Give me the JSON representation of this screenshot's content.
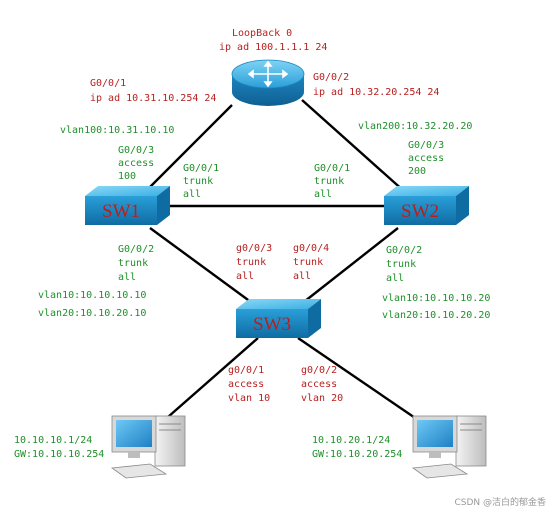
{
  "colors": {
    "router_label": "#b81f1f",
    "switch_label": "#1f8f2a",
    "device_blue": "#2a9fd8",
    "link": "#000000"
  },
  "router": {
    "icon": "router-icon",
    "loopback_name": "LoopBack 0",
    "loopback_ip": "ip ad 100.1.1.1 24",
    "g001_name": "G0/0/1",
    "g001_ip": "ip ad 10.31.10.254 24",
    "g002_name": "G0/0/2",
    "g002_ip": "ip ad 10.32.20.254 24"
  },
  "sw1": {
    "name": "SW1",
    "icon": "switch-icon",
    "vlanif": "vlan100:10.31.10.10",
    "g003": [
      "G0/0/3",
      "access",
      "100"
    ],
    "g001": [
      "G0/0/1",
      "trunk",
      "all"
    ],
    "g002": [
      "G0/0/2",
      "trunk",
      "all"
    ],
    "vlan10": "vlan10:10.10.10.10",
    "vlan20": "vlan20:10.10.20.10"
  },
  "sw2": {
    "name": "SW2",
    "icon": "switch-icon",
    "vlanif": "vlan200:10.32.20.20",
    "g003": [
      "G0/0/3",
      "access",
      "200"
    ],
    "g001": [
      "G0/0/1",
      "trunk",
      "all"
    ],
    "g002": [
      "G0/0/2",
      "trunk",
      "all"
    ],
    "vlan10": "vlan10:10.10.10.20",
    "vlan20": "vlan20:10.10.20.20"
  },
  "sw3": {
    "name": "SW3",
    "icon": "switch-icon",
    "g003": [
      "g0/0/3",
      "trunk",
      "all"
    ],
    "g004": [
      "g0/0/4",
      "trunk",
      "all"
    ],
    "g001": [
      "g0/0/1",
      "access",
      "vlan 10"
    ],
    "g002": [
      "g0/0/2",
      "access",
      "vlan 20"
    ]
  },
  "pc1": {
    "icon": "pc-icon",
    "ip": "10.10.10.1/24",
    "gw": "GW:10.10.10.254"
  },
  "pc2": {
    "icon": "pc-icon",
    "ip": "10.10.20.1/24",
    "gw": "GW:10.10.20.254"
  },
  "watermark": "CSDN @洁白的郁金香"
}
